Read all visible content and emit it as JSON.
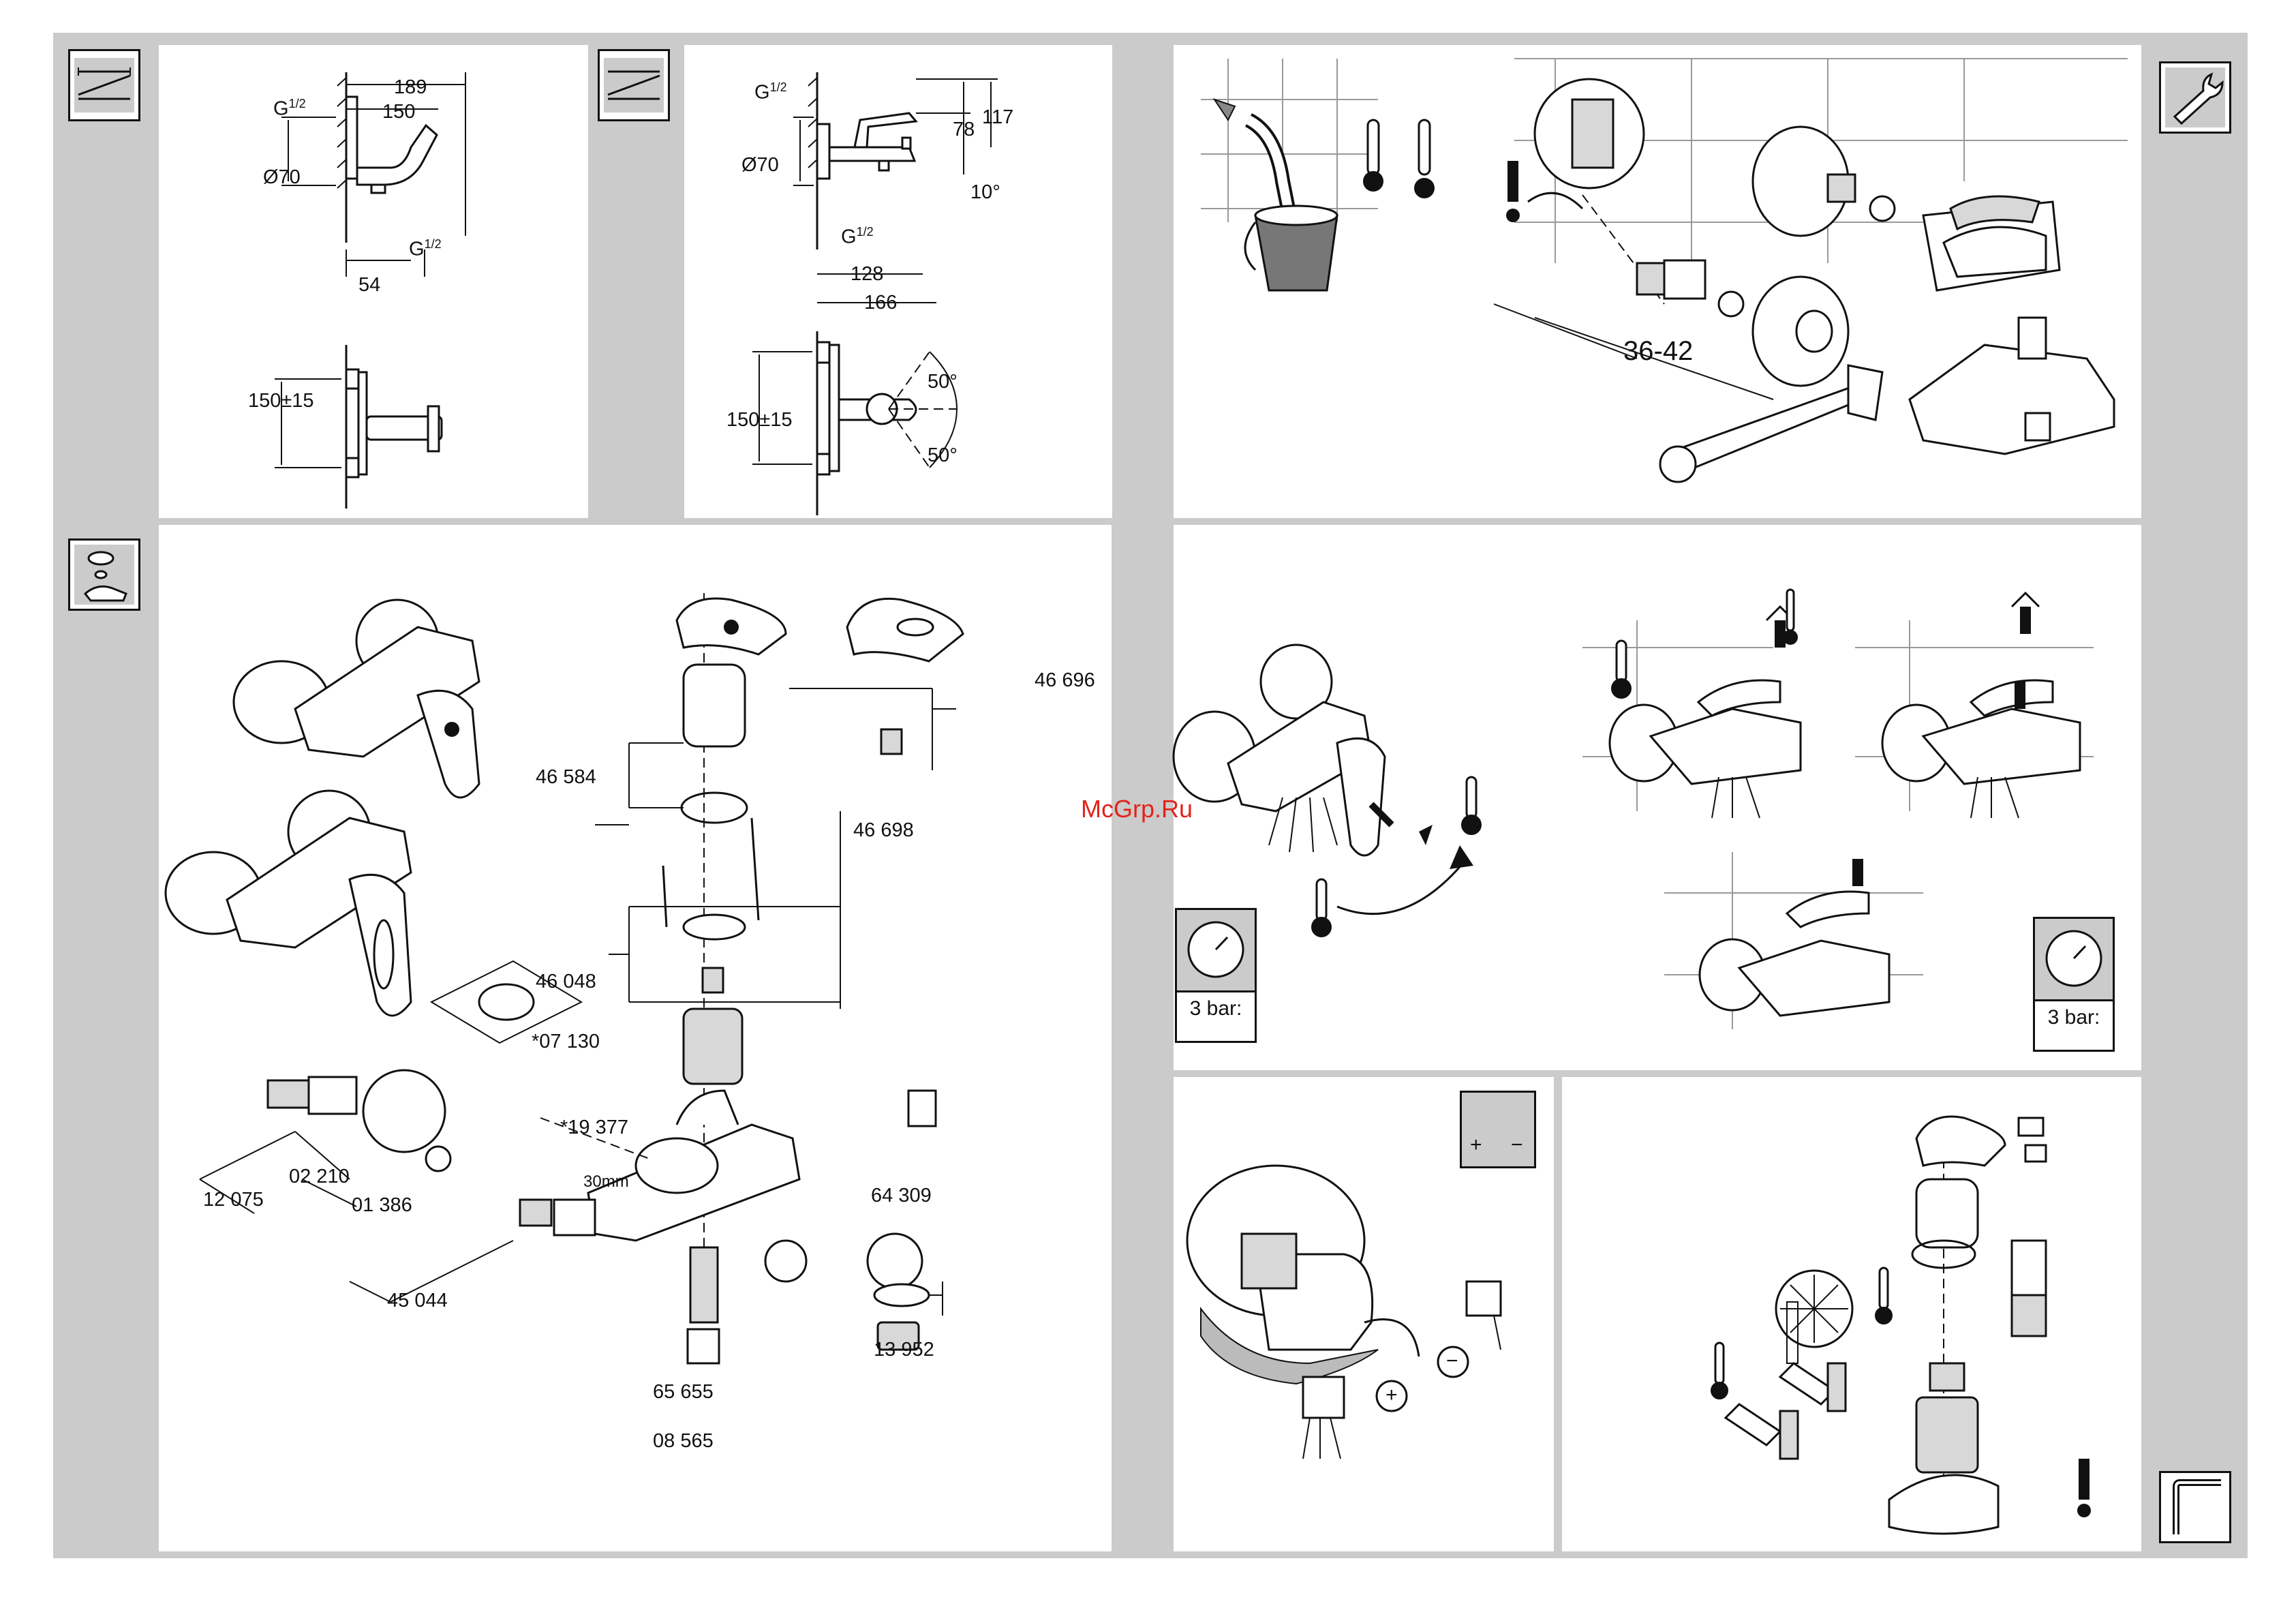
{
  "watermark": "McGrp.Ru",
  "dimensions_panel": {
    "shower": {
      "thread_top": "G",
      "thread_top_frac": "1/2",
      "dia": "Ø70",
      "d189": "189",
      "d150": "150",
      "d54": "54",
      "thread_bot": "G",
      "thread_bot_frac": "1/2",
      "spacing": "150±15"
    },
    "bath": {
      "thread_top": "G",
      "thread_top_frac": "1/2",
      "dia": "Ø70",
      "d78": "78",
      "d117": "117",
      "angle10": "10°",
      "thread_bot": "G",
      "thread_bot_frac": "1/2",
      "d128": "128",
      "d166": "166",
      "spacing": "150±15",
      "angle_up": "50°",
      "angle_down": "50°"
    }
  },
  "install_panel": {
    "wrench_size": "36-42"
  },
  "parts_panel": {
    "parts": [
      "46 696",
      "46 584",
      "46 698",
      "46 048",
      "*07 130",
      "*19 377",
      "30mm",
      "12 075",
      "02 210",
      "01 386",
      "64 309",
      "45 044",
      "13 952",
      "65 655",
      "08 565"
    ]
  },
  "operation_panel": {
    "gauge_left": "3 bar:",
    "gauge_right": "3 bar:"
  },
  "flow_panel": {
    "plus": "+",
    "minus": "−",
    "plus_symbol": "+",
    "minus_symbol": "−"
  },
  "icons": {
    "dimensions": "dimensions-icon",
    "spare_parts": "spare-parts-icon",
    "installation": "wrench-icon",
    "maintenance": "allen-key-icon"
  }
}
